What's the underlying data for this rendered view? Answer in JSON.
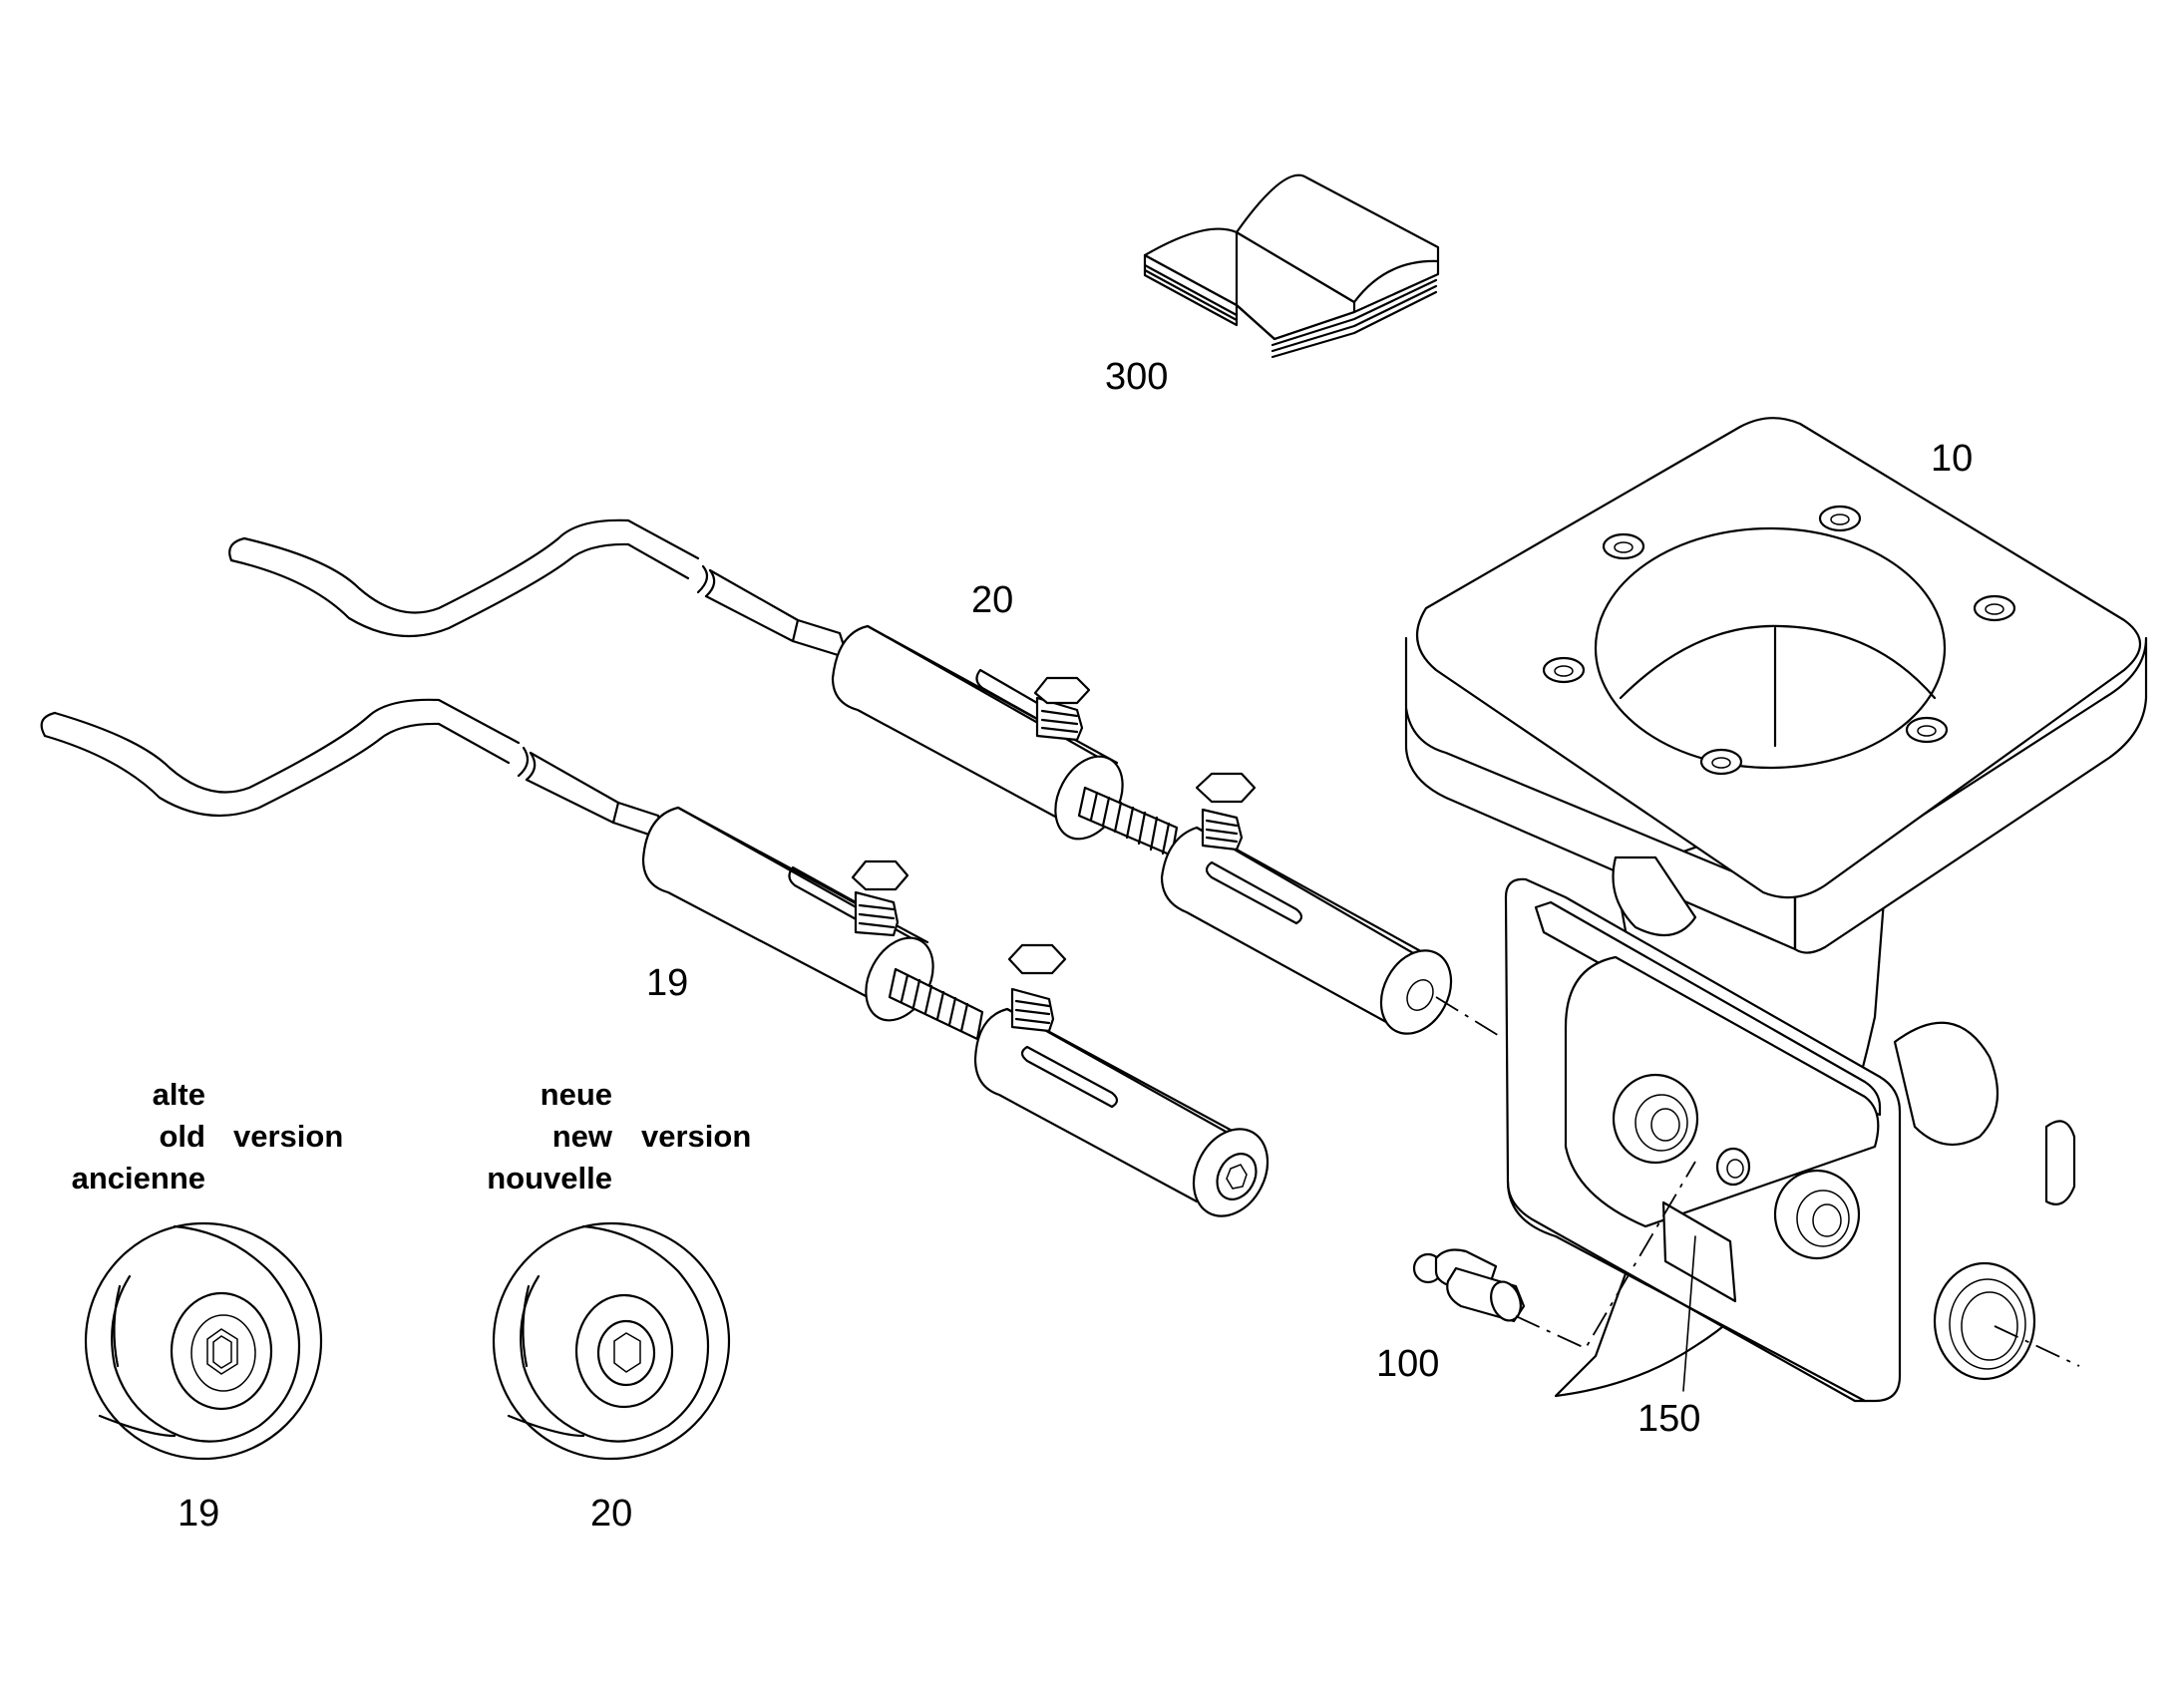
{
  "callouts": {
    "manual": "300",
    "bracket": "10",
    "sensor_new": "20",
    "sensor_old": "19",
    "grease_nipple": "100",
    "pin": "150",
    "detail_old": "19",
    "detail_new": "20"
  },
  "legend_old": {
    "line1": "alte",
    "line2": "old",
    "line3": "ancienne",
    "version": "version"
  },
  "legend_new": {
    "line1": "neue",
    "line2": "new",
    "line3": "nouvelle",
    "version": "version"
  }
}
